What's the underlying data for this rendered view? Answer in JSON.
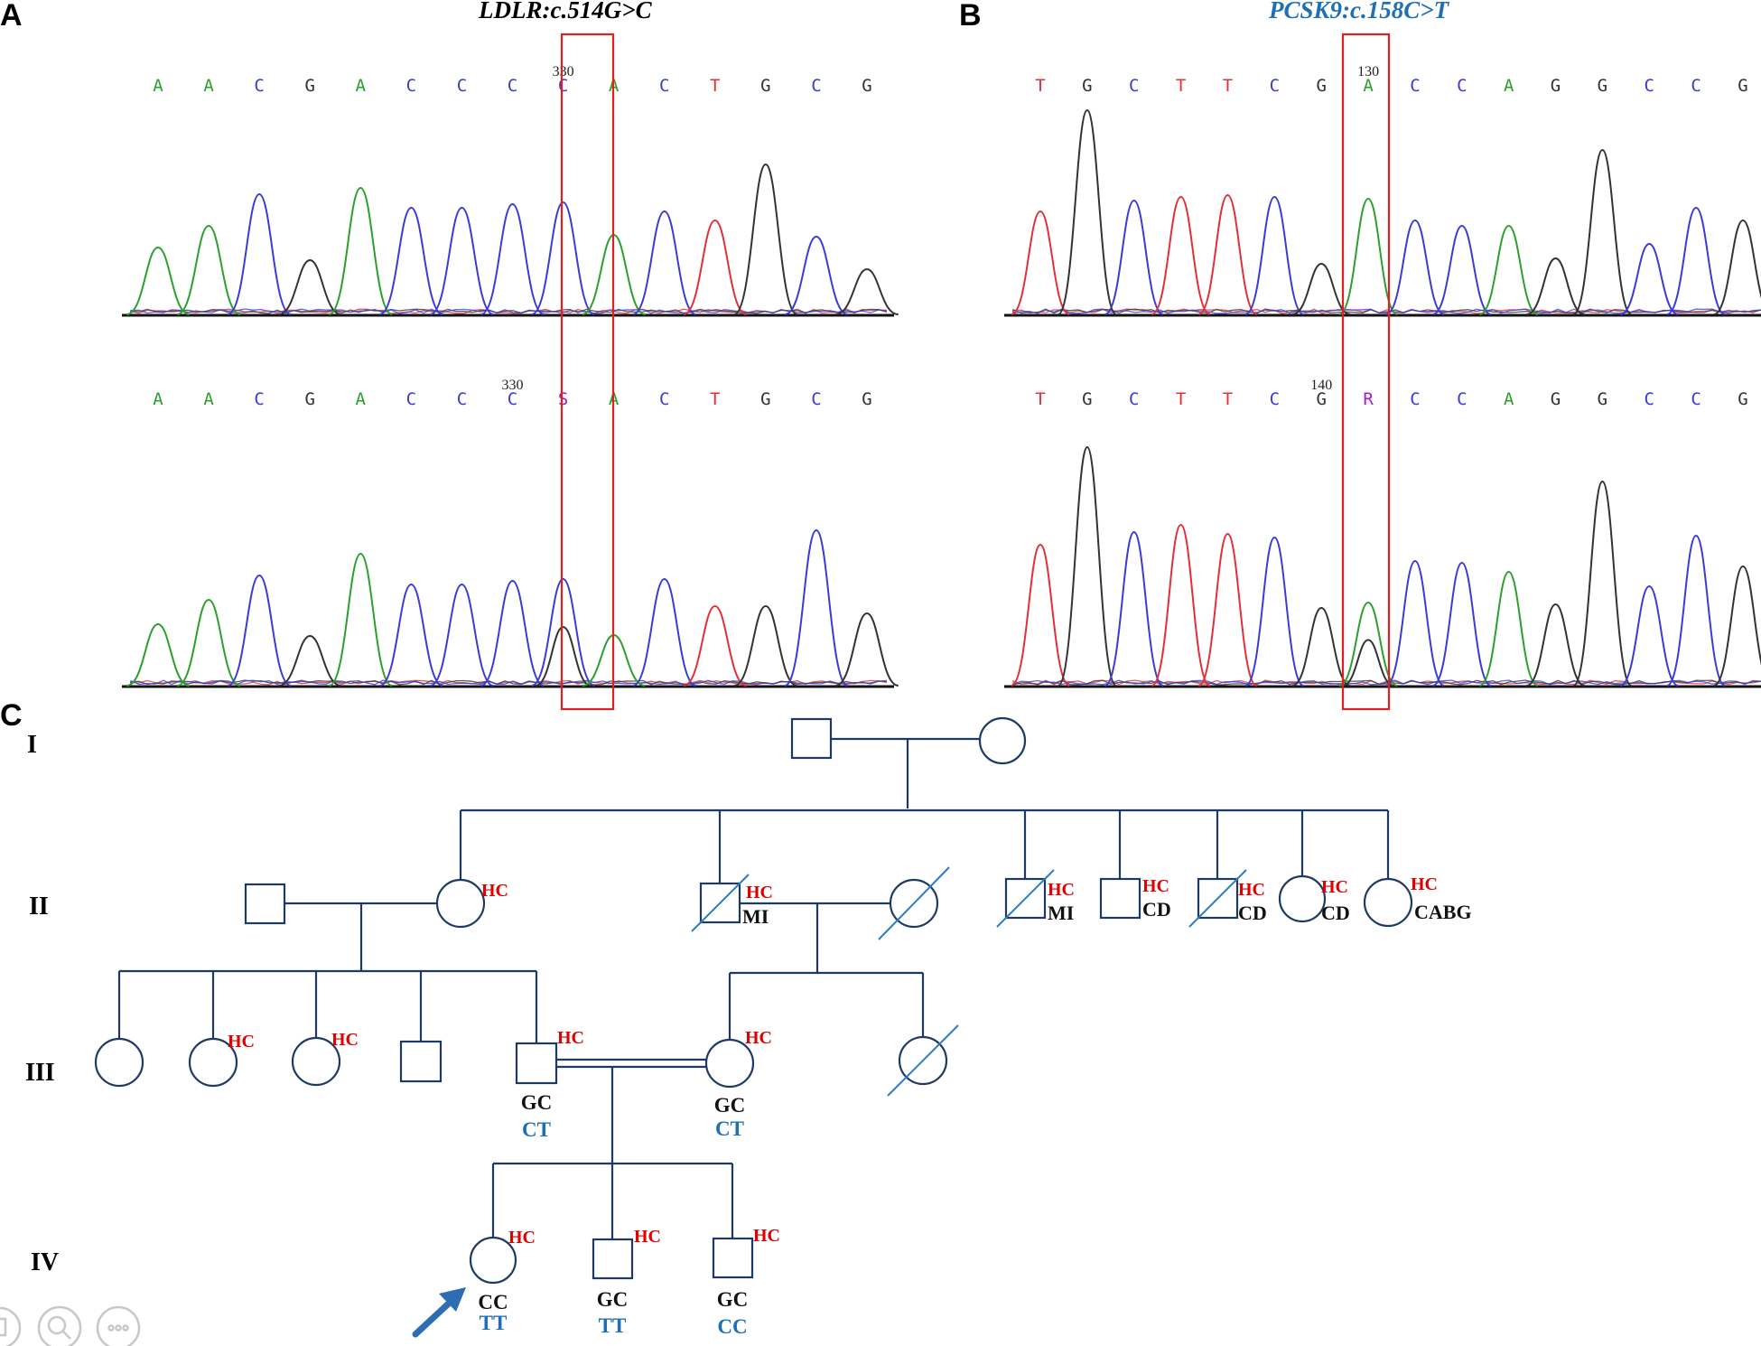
{
  "panels": {
    "a": {
      "letter": "A",
      "title": "LDLR:c.514G>C"
    },
    "b": {
      "letter": "B",
      "title": "PCSK9:c.158C>T"
    },
    "c": {
      "letter": "C"
    }
  },
  "colors": {
    "A": "#2ca02c",
    "C": "#3b3bd6",
    "G": "#333333",
    "T": "#e0303a",
    "S": "#a020c0",
    "R": "#a020c0",
    "hc": "#e00000",
    "genotype2": "#1f6fb5",
    "highlight_box": "#e02020",
    "pedigree_line": "#1e3a63"
  },
  "chromatograms": {
    "a_top": {
      "bases": [
        "A",
        "A",
        "C",
        "G",
        "A",
        "C",
        "C",
        "C",
        "C",
        "A",
        "C",
        "T",
        "G",
        "C",
        "G"
      ],
      "position_label": "330"
    },
    "a_bottom": {
      "bases": [
        "A",
        "A",
        "C",
        "G",
        "A",
        "C",
        "C",
        "C",
        "S",
        "A",
        "C",
        "T",
        "G",
        "C",
        "G"
      ],
      "position_label": "330"
    },
    "b_top": {
      "bases": [
        "T",
        "G",
        "C",
        "T",
        "T",
        "C",
        "G",
        "A",
        "C",
        "C",
        "A",
        "G",
        "G",
        "C",
        "C",
        "G"
      ],
      "position_label": "130"
    },
    "b_bottom": {
      "bases": [
        "T",
        "G",
        "C",
        "T",
        "T",
        "C",
        "G",
        "R",
        "C",
        "C",
        "A",
        "G",
        "G",
        "C",
        "C",
        "G"
      ],
      "position_label": "140"
    }
  },
  "pedigree": {
    "generations": [
      "I",
      "II",
      "III",
      "IV"
    ],
    "hc_label": "HC",
    "diagnoses": {
      "mi": "MI",
      "cd": "CD",
      "cabg": "CABG"
    },
    "genotypes": {
      "iii_father": [
        "GC",
        "CT"
      ],
      "iii_mother": [
        "GC",
        "CT"
      ],
      "iv_proband": [
        "CC",
        "TT"
      ],
      "iv_son1": [
        "GC",
        "TT"
      ],
      "iv_son2": [
        "GC",
        "CC"
      ]
    }
  },
  "viewer_icons": [
    "pages-icon",
    "zoom-icon",
    "more-icon"
  ]
}
